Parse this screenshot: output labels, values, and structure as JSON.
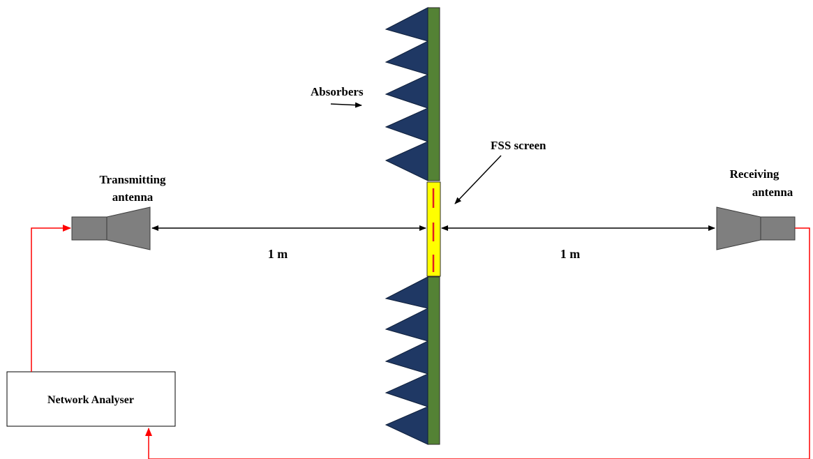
{
  "labels": {
    "absorbers": "Absorbers",
    "fss_screen": "FSS screen",
    "tx_line1": "Transmitting",
    "tx_line2": "antenna",
    "rx_line1": "Receiving",
    "rx_line2": "antenna",
    "distance_left": "1 m",
    "distance_right": "1 m",
    "network_analyser": "Network Analyser"
  },
  "colors": {
    "absorber": "#1f3864",
    "wall": "#548235",
    "fss_panel": "#ffff00",
    "fss_element": "#e02020",
    "antenna": "#7f7f7f",
    "cable": "#ff0000",
    "arrow": "#000000"
  },
  "absorber_teeth": {
    "upper": 5,
    "lower": 5
  }
}
